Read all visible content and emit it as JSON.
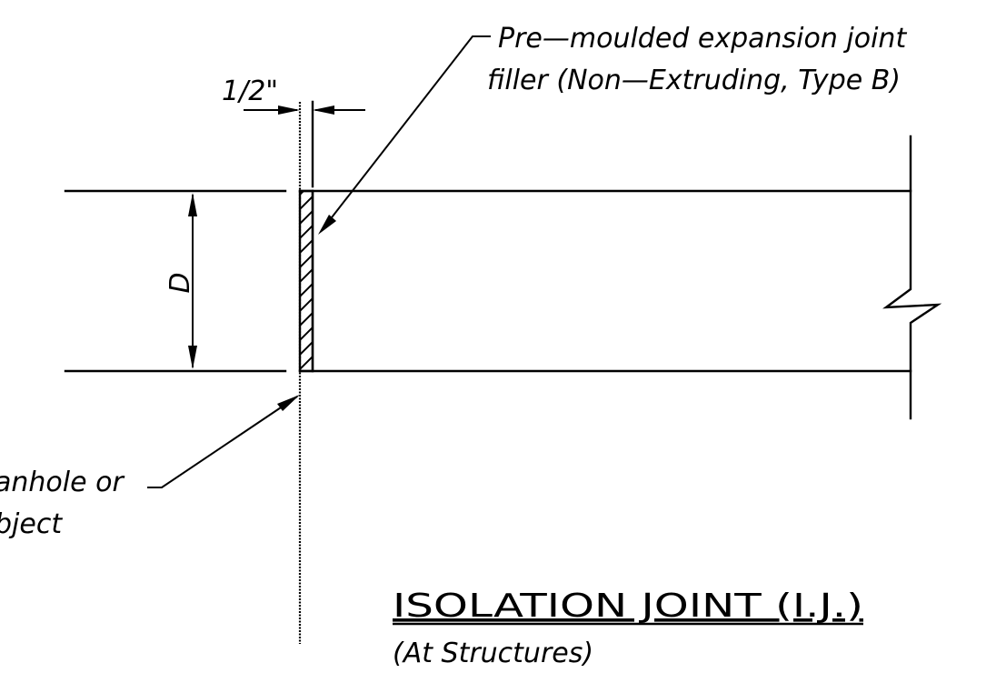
{
  "labels": {
    "filler_line1": "Pre—moulded expansion joint",
    "filler_line2": "filler (Non—Extruding, Type B)",
    "gap_dimension": "1/2\"",
    "depth": "D",
    "structure_line1": "anhole or",
    "structure_line2": "bject"
  },
  "title": {
    "main": "ISOLATION JOINT (I.J.)",
    "subtitle": "(At Structures)"
  }
}
